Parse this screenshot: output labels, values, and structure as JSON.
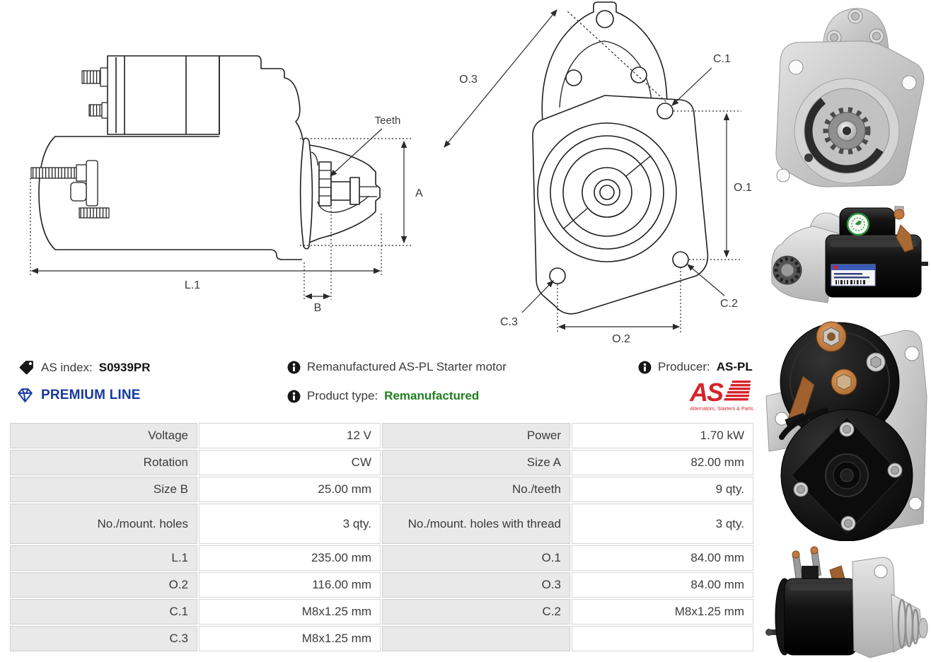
{
  "header": {
    "as_index": {
      "label": "AS index:",
      "value": "S0939PR"
    },
    "premium_line": "PREMIUM LINE",
    "description": "Remanufactured AS-PL Starter motor",
    "product_type": {
      "label": "Product type:",
      "value": "Remanufactured"
    },
    "producer": {
      "label": "Producer:",
      "value": "AS-PL"
    },
    "logo": {
      "text": "AS",
      "tagline": "Alternators, Starters & Parts"
    }
  },
  "drawings": {
    "side_view": {
      "teeth": "Teeth",
      "dim_a": "A",
      "dim_l1": "L.1",
      "dim_b": "B"
    },
    "front_view": {
      "dim_o1": "O.1",
      "dim_o2": "O.2",
      "dim_o3": "O.3",
      "dim_c1": "C.1",
      "dim_c2": "C.2",
      "dim_c3": "C.3"
    }
  },
  "spec_table": {
    "rows": [
      {
        "left_label": "Voltage",
        "left_value": "12 V",
        "right_label": "Power",
        "right_value": "1.70 kW"
      },
      {
        "left_label": "Rotation",
        "left_value": "CW",
        "right_label": "Size A",
        "right_value": "82.00 mm"
      },
      {
        "left_label": "Size B",
        "left_value": "25.00 mm",
        "right_label": "No./teeth",
        "right_value": "9 qty."
      },
      {
        "left_label": "No./mount. holes",
        "left_value": "3 qty.",
        "right_label": "No./mount. holes with thread",
        "right_value": "3 qty."
      },
      {
        "left_label": "L.1",
        "left_value": "235.00 mm",
        "right_label": "O.1",
        "right_value": "84.00 mm"
      },
      {
        "left_label": "O.2",
        "left_value": "116.00 mm",
        "right_label": "O.3",
        "right_value": "84.00 mm"
      },
      {
        "left_label": "C.1",
        "left_value": "M8x1.25 mm",
        "right_label": "C.2",
        "right_value": "M8x1.25 mm"
      },
      {
        "left_label": "C.3",
        "left_value": "M8x1.25 mm",
        "right_label": "",
        "right_value": ""
      }
    ]
  },
  "colors": {
    "premium_blue": "#1639a0",
    "brand_red": "#d7232a",
    "type_green": "#1e7e1f",
    "table_label_bg": "#e9e9e9",
    "table_border": "#cfcfcf",
    "text": "#3b3b3b"
  }
}
